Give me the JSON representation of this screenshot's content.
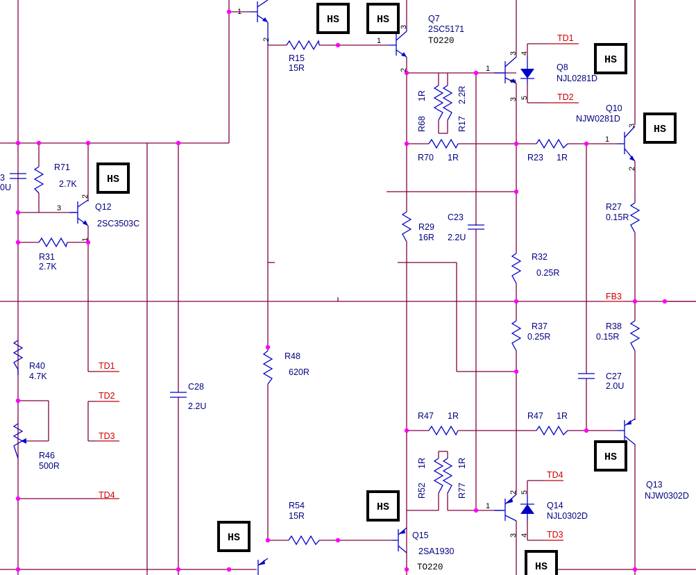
{
  "heatsink_label": "HS",
  "labels": {
    "Q7": "Q7",
    "Q7_part": "2SC5171",
    "Q7_pkg": "TO220",
    "Q8": "Q8",
    "Q8_part": "NJL0281D",
    "Q10": "Q10",
    "Q10_part": "NJW0281D",
    "Q12": "Q12",
    "Q12_part": "2SC3503C",
    "Q13": "Q13",
    "Q13_part": "NJW0302D",
    "Q14": "Q14",
    "Q14_part": "NJL0302D",
    "Q15": "Q15",
    "Q15_part": "2SA1930",
    "Q15_pkg": "TO220",
    "R15": "R15",
    "R15_val": "15R",
    "R17": "R17",
    "R17_val": "2.2R",
    "R68": "R68",
    "R68_val": "1R",
    "R70": "R70",
    "R70_val": "1R",
    "R23": "R23",
    "R23_val": "1R",
    "R27": "R27",
    "R27_val": "0.15R",
    "R29": "R29",
    "R29_val": "16R",
    "C23": "C23",
    "C23_val": "2.2U",
    "R32": "R32",
    "R32_val": "0.25R",
    "R37": "R37",
    "R37_val": "0.25R",
    "R38": "R38",
    "R38_val": "0.15R",
    "C27": "C27",
    "C27_val": "2.0U",
    "R47a": "R47",
    "R47a_val": "1R",
    "R47b": "R47",
    "R47b_val": "1R",
    "R52": "R52",
    "R52_val": "1R",
    "R77": "R77",
    "R77_val": "1R",
    "R54": "R54",
    "R54_val": "15R",
    "R48": "R48",
    "R48_val": "620R",
    "C28": "C28",
    "C28_val": "2.2U",
    "R71": "R71",
    "R71_val": "2.7K",
    "R31": "R31",
    "R31_val": "2.7K",
    "R40": "R40",
    "R40_val": "4.7K",
    "R46": "R46",
    "R46_val": "500R",
    "C_left_partial": "3",
    "C_left_val_partial": "0U"
  },
  "nets": {
    "TD1": "TD1",
    "TD2": "TD2",
    "TD3": "TD3",
    "TD4": "TD4",
    "FB3": "FB3"
  },
  "pins": {
    "p1": "1",
    "p2": "2",
    "p3": "3",
    "p4": "4",
    "p5": "5"
  }
}
